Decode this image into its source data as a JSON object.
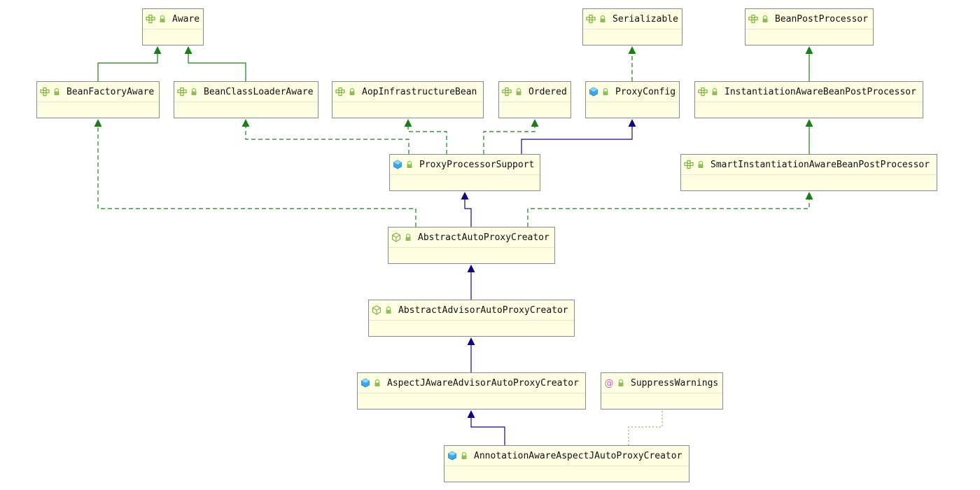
{
  "diagram": {
    "colors": {
      "node_fill": "#fefee2",
      "node_border": "#8a8a8a",
      "interface_arrow": "#1a7d1a",
      "class_arrow": "#0c0c80",
      "annotation_link": "#8bb36b"
    },
    "nodes": [
      {
        "id": "aware",
        "label": "Aware",
        "kind": "interface"
      },
      {
        "id": "serializable",
        "label": "Serializable",
        "kind": "interface"
      },
      {
        "id": "beanpostprocessor",
        "label": "BeanPostProcessor",
        "kind": "interface"
      },
      {
        "id": "beanfactoryaware",
        "label": "BeanFactoryAware",
        "kind": "interface"
      },
      {
        "id": "beanclassloaderaware",
        "label": "BeanClassLoaderAware",
        "kind": "interface"
      },
      {
        "id": "aopinfrastructurebean",
        "label": "AopInfrastructureBean",
        "kind": "interface"
      },
      {
        "id": "ordered",
        "label": "Ordered",
        "kind": "interface"
      },
      {
        "id": "proxyconfig",
        "label": "ProxyConfig",
        "kind": "class"
      },
      {
        "id": "instantiationaware",
        "label": "InstantiationAwareBeanPostProcessor",
        "kind": "interface"
      },
      {
        "id": "proxyprocessorsupport",
        "label": "ProxyProcessorSupport",
        "kind": "class"
      },
      {
        "id": "smartinstantiationaware",
        "label": "SmartInstantiationAwareBeanPostProcessor",
        "kind": "interface"
      },
      {
        "id": "abstractautoproxycreator",
        "label": "AbstractAutoProxyCreator",
        "kind": "abstract"
      },
      {
        "id": "abstractadvisorautoproxycreator",
        "label": "AbstractAdvisorAutoProxyCreator",
        "kind": "abstract"
      },
      {
        "id": "aspectjaware",
        "label": "AspectJAwareAdvisorAutoProxyCreator",
        "kind": "class"
      },
      {
        "id": "suppresswarnings",
        "label": "SuppressWarnings",
        "kind": "annotation"
      },
      {
        "id": "annotationaware",
        "label": "AnnotationAwareAspectJAutoProxyCreator",
        "kind": "class"
      }
    ],
    "edges": [
      {
        "from": "beanfactoryaware",
        "to": "aware",
        "type": "extends-interface"
      },
      {
        "from": "beanclassloaderaware",
        "to": "aware",
        "type": "extends-interface"
      },
      {
        "from": "proxyconfig",
        "to": "serializable",
        "type": "implements"
      },
      {
        "from": "instantiationaware",
        "to": "beanpostprocessor",
        "type": "extends-interface"
      },
      {
        "from": "smartinstantiationaware",
        "to": "instantiationaware",
        "type": "extends-interface"
      },
      {
        "from": "proxyprocessorsupport",
        "to": "beanclassloaderaware",
        "type": "implements"
      },
      {
        "from": "proxyprocessorsupport",
        "to": "aopinfrastructurebean",
        "type": "implements"
      },
      {
        "from": "proxyprocessorsupport",
        "to": "ordered",
        "type": "implements"
      },
      {
        "from": "proxyprocessorsupport",
        "to": "proxyconfig",
        "type": "extends"
      },
      {
        "from": "abstractautoproxycreator",
        "to": "beanfactoryaware",
        "type": "implements"
      },
      {
        "from": "abstractautoproxycreator",
        "to": "proxyprocessorsupport",
        "type": "extends"
      },
      {
        "from": "abstractautoproxycreator",
        "to": "smartinstantiationaware",
        "type": "implements"
      },
      {
        "from": "abstractadvisorautoproxycreator",
        "to": "abstractautoproxycreator",
        "type": "extends"
      },
      {
        "from": "aspectjaware",
        "to": "abstractadvisorautoproxycreator",
        "type": "extends"
      },
      {
        "from": "annotationaware",
        "to": "aspectjaware",
        "type": "extends"
      },
      {
        "from": "annotationaware",
        "to": "suppresswarnings",
        "type": "annotated"
      }
    ]
  }
}
